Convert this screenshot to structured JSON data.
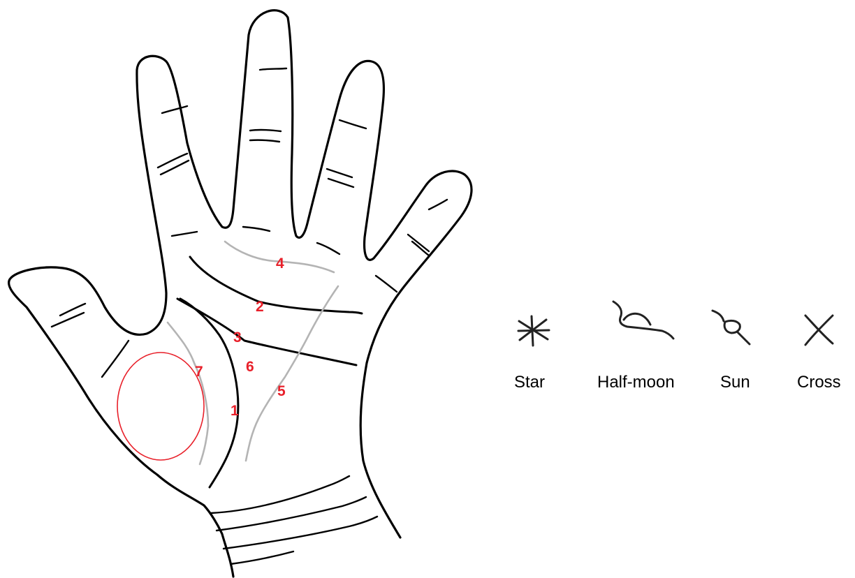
{
  "line_numbers": [
    "1",
    "2",
    "3",
    "4",
    "5",
    "6",
    "7"
  ],
  "legend": [
    {
      "icon": "star-icon",
      "label": "Star"
    },
    {
      "icon": "half-moon-icon",
      "label": "Half-moon"
    },
    {
      "icon": "sun-icon",
      "label": "Sun"
    },
    {
      "icon": "cross-icon",
      "label": "Cross"
    }
  ],
  "colors": {
    "outline": "#000000",
    "minor_lines": "#b4b4b4",
    "numbers": "#e8202a",
    "mount_circle": "#e8202a"
  }
}
